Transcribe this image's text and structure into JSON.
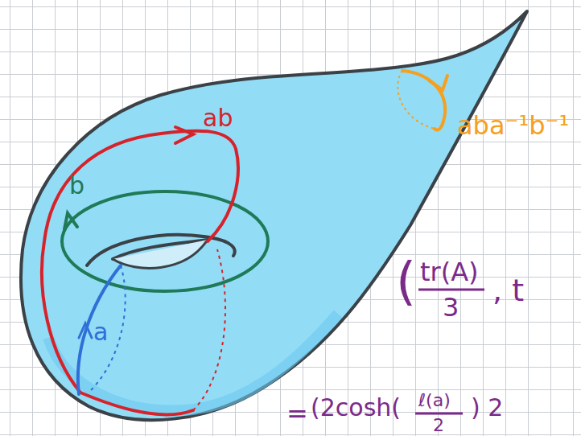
{
  "diagram": {
    "labels": [
      "ab",
      "b",
      "a",
      "aba⁻¹b⁻¹",
      "(",
      "tr(A)",
      "3",
      ", t",
      "=",
      "(2cosh(",
      "ℓ(a)",
      "2",
      ") 2"
    ]
  }
}
